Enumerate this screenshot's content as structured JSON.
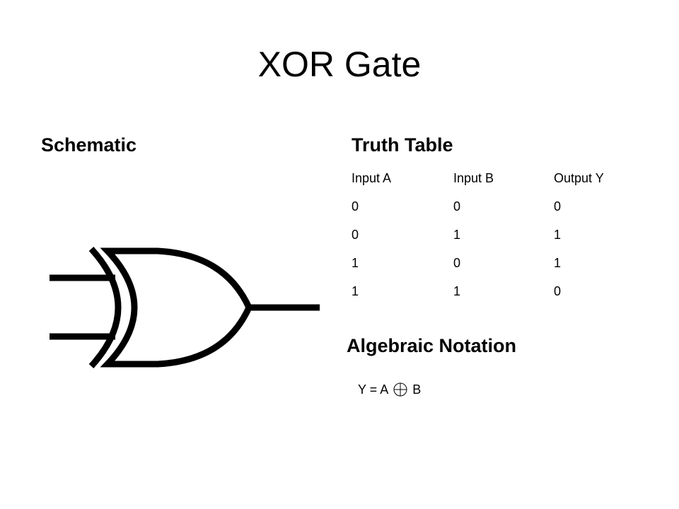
{
  "slide": {
    "title": "XOR Gate"
  },
  "schematic": {
    "heading": "Schematic",
    "gate_icon": "xor-gate-icon"
  },
  "truth_table": {
    "heading": "Truth Table",
    "columns": [
      "Input A",
      "Input B",
      "Output Y"
    ],
    "rows": [
      [
        "0",
        "0",
        "0"
      ],
      [
        "0",
        "1",
        "1"
      ],
      [
        "1",
        "0",
        "1"
      ],
      [
        "1",
        "1",
        "0"
      ]
    ]
  },
  "algebraic": {
    "heading": "Algebraic Notation",
    "lhs": "Y = A",
    "operator_icon": "circled-plus-icon",
    "rhs": "B"
  }
}
